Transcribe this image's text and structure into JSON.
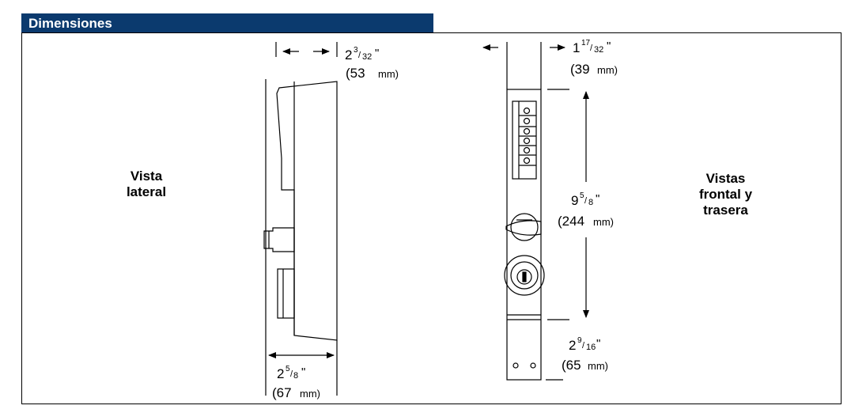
{
  "header": {
    "title": "Dimensiones",
    "band_color": "#0b3a6e"
  },
  "views": {
    "side": {
      "label_line1": "Vista",
      "label_line2": "lateral"
    },
    "front": {
      "label_line1": "Vistas",
      "label_line2": "frontal y",
      "label_line3": "trasera"
    }
  },
  "dimensions": {
    "side_depth_top": {
      "whole": "2",
      "num": "3",
      "den": "32",
      "inch_mark": "\"",
      "metric": "(53",
      "unit": "mm)"
    },
    "side_depth_bottom": {
      "whole": "2",
      "num": "5",
      "den": "8",
      "inch_mark": "\"",
      "metric": "(67",
      "unit": "mm)"
    },
    "front_width": {
      "whole": "1",
      "num": "17",
      "den": "32",
      "inch_mark": "\"",
      "metric": "(39",
      "unit": "mm)"
    },
    "front_height": {
      "whole": "9",
      "num": "5",
      "den": "8",
      "inch_mark": "\"",
      "metric": "(244",
      "unit": "mm)"
    },
    "front_bottom": {
      "whole": "2",
      "num": "9",
      "den": "16",
      "inch_mark": "\"",
      "metric": "(65",
      "unit": "mm)"
    }
  }
}
